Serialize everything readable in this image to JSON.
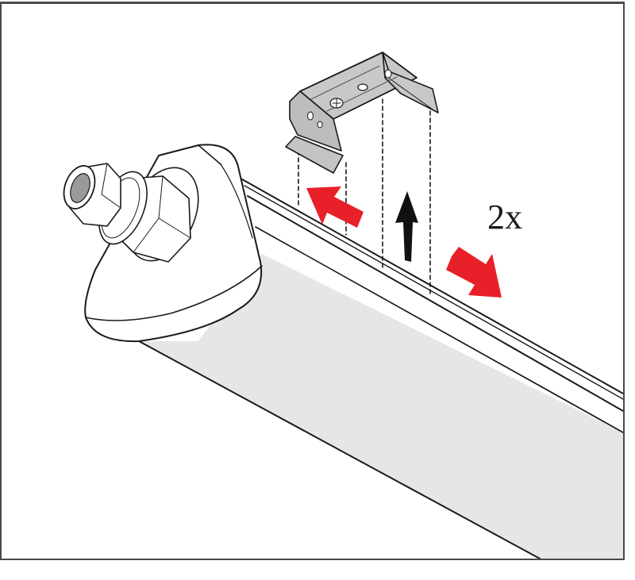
{
  "diagram": {
    "type": "installation-instruction",
    "subject": "LED batten luminaire with mounting clip",
    "multiplier_label": "2x",
    "colors": {
      "frame": "#4a4a4a",
      "diffuser": "#e6e6e6",
      "clip": "#c8c8c8",
      "arrow_red": "#e8202a",
      "arrow_black": "#111111",
      "line": "#1a1a1a",
      "gland_inner": "#9a9a9a"
    },
    "elements": [
      {
        "name": "mounting-clip",
        "description": "Metal mounting bracket lifted above luminaire"
      },
      {
        "name": "luminaire-body",
        "description": "Long tubular fixture with frosted diffuser"
      },
      {
        "name": "end-cap",
        "description": "End cap with cable gland"
      },
      {
        "name": "cable-gland",
        "description": "Threaded cable gland with hex nut"
      },
      {
        "name": "arrow-slide-left",
        "color": "red",
        "direction": "up-left"
      },
      {
        "name": "arrow-lift-up",
        "color": "black",
        "direction": "up"
      },
      {
        "name": "arrow-slide-right",
        "color": "red",
        "direction": "down-right"
      },
      {
        "name": "guide-lines",
        "style": "dashed",
        "count": 4
      }
    ]
  }
}
